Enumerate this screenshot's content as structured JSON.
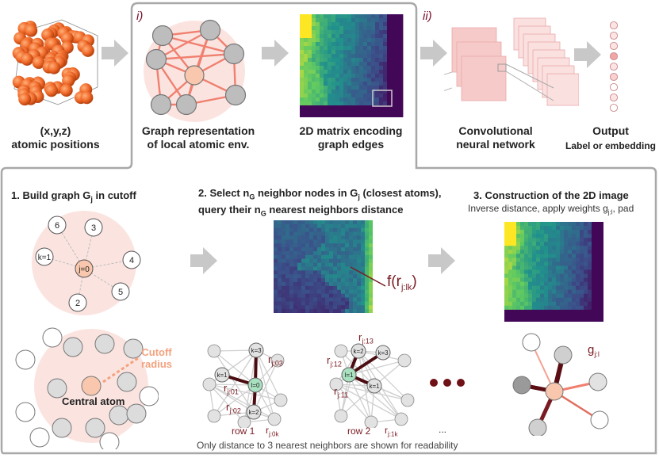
{
  "top": {
    "panel_i": "i)",
    "panel_ii": "ii)",
    "atomic_label_line1": "(x,y,z)",
    "atomic_label_line2": "atomic positions",
    "graph_label_line1": "Graph representation",
    "graph_label_line2": "of local atomic env.",
    "matrix_label_line1": "2D matrix encoding",
    "matrix_label_line2": "graph edges",
    "cnn_label_line1": "Convolutional",
    "cnn_label_line2": "neural network",
    "output_label": "Output",
    "output_sub": "Label or embedding"
  },
  "bottom": {
    "step1": {
      "title": "1. Build graph G",
      "title_sub": "j",
      "title_tail": " in cutoff"
    },
    "step2": {
      "line1_a": "2. Select n",
      "line1_sub": "G",
      "line1_b": " neighbor nodes in G",
      "line1_sub2": "j",
      "line1_c": " (closest atoms),",
      "line2_a": "query their n",
      "line2_sub": "G",
      "line2_b": " nearest neighbors distance"
    },
    "step3": {
      "title": "3. Construction of the 2D image",
      "sub_a": "Inverse distance, apply weights g",
      "sub_sub": "j:l",
      "sub_b": ", pad"
    },
    "f_label": "f(r",
    "f_sub": "j:lk",
    "f_close": ")",
    "nodes_step1": [
      "6",
      "3",
      "k=1",
      "j=0",
      "4",
      "2",
      "5"
    ],
    "central_atom": "Central atom",
    "cutoff_line1": "Cutoff",
    "cutoff_line2": "radius",
    "row1": {
      "nodes": [
        "k=3",
        "k=1",
        "l=0",
        "k=2"
      ],
      "r_top": "r",
      "r_top_sub": "j:03",
      "r_left": "r",
      "r_left_sub": "j:01",
      "r_bot": "r",
      "r_bot_sub": "j:02",
      "row_label": "row 1",
      "rk": "r",
      "rk_sub": "j:0k"
    },
    "row2": {
      "nodes": [
        "k=2",
        "k=3",
        "l=1",
        "k=1"
      ],
      "r_top": "r",
      "r_top_sub": "j:13",
      "r_left": "r",
      "r_left_sub": "j:12",
      "r_bot": "r",
      "r_bot_sub": "j:11",
      "row_label": "row 2",
      "rk": "r",
      "rk_sub": "j:1k"
    },
    "ellipsis": "...",
    "g_label": "g",
    "g_sub": "j:l",
    "footnote": "Only distance to 3 nearest neighbors are shown for readability"
  },
  "colors": {
    "arrow": "#c8c8c8",
    "edge": "#f08070",
    "center": "#f9c7ad",
    "node": "#bdbdbd",
    "maroon": "#6e1217",
    "green_node": "#a8e0c0",
    "panel_border": "#a8a8a8"
  }
}
